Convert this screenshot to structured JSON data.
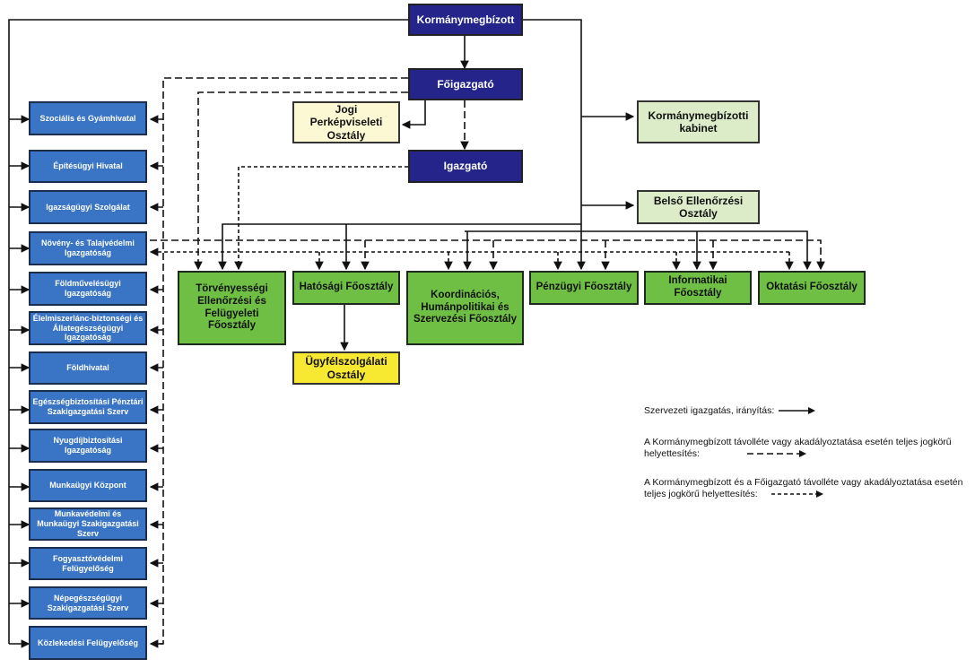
{
  "top": {
    "kormanymegbizott": "Kormánymegbízott",
    "foigazgato": "Főigazgató",
    "igazgato": "Igazgató"
  },
  "staff": {
    "jogi": "Jogi Perképviseleti Osztály",
    "kabinet": "Kormánymegbízotti kabinet",
    "belso": "Belső Ellenőrzési Osztály"
  },
  "departments": [
    "Törvényességi Ellenőrzési és Felügyeleti Főosztály",
    "Hatósági Főosztály",
    "Koordinációs, Humánpolitikai és Szervezési  Főosztály",
    "Pénzügyi Főosztály",
    "Informatikai Főosztály",
    "Oktatási Főosztály"
  ],
  "sub_departments": {
    "ugyfelszolgalati": "Ügyfélszolgálati Osztály"
  },
  "offices": [
    "Szociális és Gyámhivatal",
    "Építésügyi Hivatal",
    "Igazságügyi Szolgálat",
    "Növény- és Talajvédelmi Igazgatóság",
    "Földművelésügyi Igazgatóság",
    "Élelmiszerlánc-biztonségi és Állategészségügyi Igazgatóság",
    "Földhivatal",
    "Egészségbiztosítási Pénztári Szakigazgatási Szerv",
    "Nyugdíjbiztosítási Igazgatóság",
    "Munkaügyi Központ",
    "Munkavédelmi és Munkaügyi Szakigazgatási Szerv",
    "Fogyasztóvédelmi Felügyelőség",
    "Népegészségügyi Szakigazgatási Szerv",
    "Közlekedési Felügyelőség"
  ],
  "legend": [
    {
      "text": "Szervezeti igazgatás, irányítás:",
      "style": "solid"
    },
    {
      "text": "A Kormánymegbízott távolléte vagy akadályoztatása esetén teljes jogkörű helyettesítés:",
      "style": "long-dash"
    },
    {
      "text": "A Kormánymegbízott és a Főigazgató távolléte vagy akadályoztatása esetén teljes jogkörű helyettesítés:",
      "style": "short-dash"
    }
  ],
  "colors": {
    "leadership": "#24248a",
    "office": "#3a74c4",
    "department": "#6fbf44",
    "staff": "#dcebc8",
    "legal": "#fcf8d4",
    "service": "#f7e832"
  }
}
